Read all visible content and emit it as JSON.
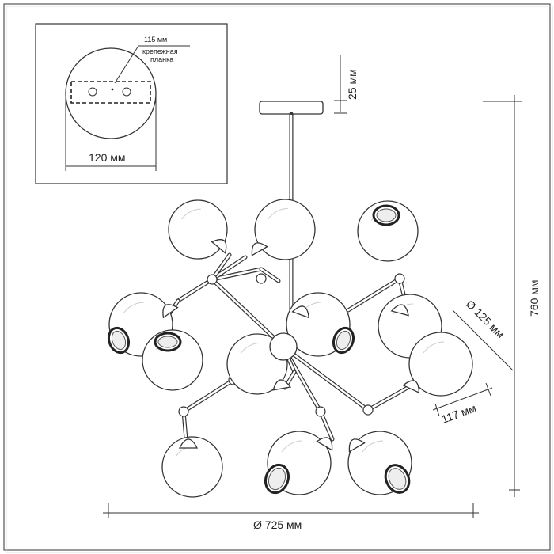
{
  "inset": {
    "dim_plate": "115 мм",
    "label_line1": "крепежная",
    "label_line2": "планка",
    "dim_width": "120 мм"
  },
  "dimensions": {
    "canopy_height": "25 мм",
    "total_height": "760 мм",
    "shade_diameter": "Ø 125 мм",
    "shade_depth": "117 мм",
    "total_diameter": "Ø 725 мм"
  },
  "icons": {
    "globe": "glass-globe-icon",
    "holder": "lamp-holder-icon",
    "joint": "arm-joint-icon"
  }
}
